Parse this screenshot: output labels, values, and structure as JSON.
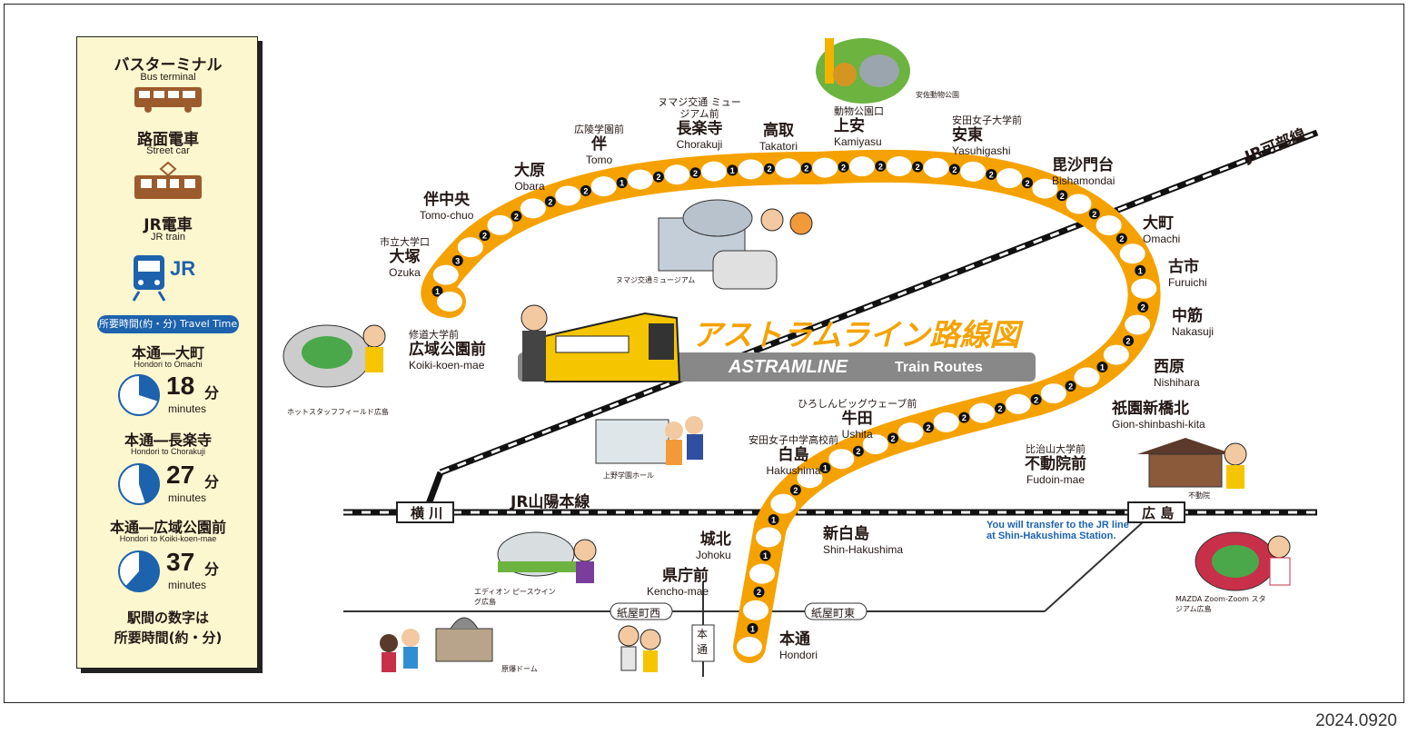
{
  "legend": {
    "bus_ja": "バスターミナル",
    "bus_en": "Bus terminal",
    "tram_ja": "路面電車",
    "tram_en": "Street car",
    "jr_ja": "JR電車",
    "jr_en": "JR train",
    "travel_badge": "所要時間(約・分) Travel Time",
    "routes": [
      {
        "ja": "本通―大町",
        "en": "Hondori to Omachi",
        "minutes": 18,
        "unit": "分",
        "unit_en": "minutes"
      },
      {
        "ja": "本通―長楽寺",
        "en": "Hondori to Chorakuji",
        "minutes": 27,
        "unit": "分",
        "unit_en": "minutes"
      },
      {
        "ja": "本通―広域公園前",
        "en": "Hondori to Koiki-koen-mae",
        "minutes": 37,
        "unit": "分",
        "unit_en": "minutes"
      }
    ],
    "note_line1": "駅間の数字は",
    "note_line2": "所要時間(約・分)"
  },
  "title": {
    "ja": "アストラムライン路線図",
    "en_bold": "ASTRAMLINE",
    "en_rest": "Train Routes"
  },
  "stations": [
    {
      "id": "hondori",
      "pre": "",
      "ja": "本通",
      "en": "Hondori"
    },
    {
      "id": "kencho",
      "pre": "",
      "ja": "県庁前",
      "en": "Kencho-mae"
    },
    {
      "id": "johoku",
      "pre": "",
      "ja": "城北",
      "en": "Johoku"
    },
    {
      "id": "shinhaku",
      "pre": "",
      "ja": "新白島",
      "en": "Shin-Hakushima"
    },
    {
      "id": "hakushima",
      "pre": "安田女子中学高校前",
      "ja": "白島",
      "en": "Hakushima"
    },
    {
      "id": "ushita",
      "pre": "ひろしんビッグウェーブ前",
      "ja": "牛田",
      "en": "Ushita"
    },
    {
      "id": "fudoin",
      "pre": "比治山大学前",
      "ja": "不動院前",
      "en": "Fudoin-mae"
    },
    {
      "id": "gion",
      "pre": "",
      "ja": "祇園新橋北",
      "en": "Gion-shinbashi-kita"
    },
    {
      "id": "nishihara",
      "pre": "",
      "ja": "西原",
      "en": "Nishihara"
    },
    {
      "id": "nakasuji",
      "pre": "",
      "ja": "中筋",
      "en": "Nakasuji"
    },
    {
      "id": "furuichi",
      "pre": "",
      "ja": "古市",
      "en": "Furuichi"
    },
    {
      "id": "omachi",
      "pre": "",
      "ja": "大町",
      "en": "Omachi"
    },
    {
      "id": "bisha",
      "pre": "",
      "ja": "毘沙門台",
      "en": "Bishamondai"
    },
    {
      "id": "yasu",
      "pre": "安田女子大学前",
      "ja": "安東",
      "en": "Yasuhigashi"
    },
    {
      "id": "kamiyasu",
      "pre": "動物公園口",
      "ja": "上安",
      "en": "Kamiyasu"
    },
    {
      "id": "takatori",
      "pre": "",
      "ja": "高取",
      "en": "Takatori"
    },
    {
      "id": "chorakuji",
      "pre": "ヌマジ交通 ミュージアム前",
      "ja": "長楽寺",
      "en": "Chorakuji"
    },
    {
      "id": "tomo",
      "pre": "広陵学園前",
      "ja": "伴",
      "en": "Tomo"
    },
    {
      "id": "obara",
      "pre": "",
      "ja": "大原",
      "en": "Obara"
    },
    {
      "id": "tomochuo",
      "pre": "",
      "ja": "伴中央",
      "en": "Tomo-chuo"
    },
    {
      "id": "ozuka",
      "pre": "市立大学口",
      "ja": "大塚",
      "en": "Ozuka"
    },
    {
      "id": "koiki",
      "pre": "修道大学前",
      "ja": "広域公園前",
      "en": "Koiki-koen-mae"
    }
  ],
  "segment_minutes": [
    1,
    2,
    1,
    1,
    2,
    1,
    2,
    2,
    2,
    2,
    2,
    2,
    2,
    1,
    2,
    2,
    1,
    2,
    2,
    2,
    2,
    2,
    2,
    2,
    2,
    2,
    2,
    2,
    1,
    2,
    2,
    1,
    2,
    2,
    2,
    2,
    3,
    1
  ],
  "rail": {
    "kabe": "JR可部線",
    "sanyo": "JR山陽本線",
    "yokogawa": "横 川",
    "hiroshima": "広 島",
    "kamiyacho_w": "紙屋町西",
    "kamiyacho_e": "紙屋町東",
    "hondori_v": "本通"
  },
  "transfer_note": "You will transfer to the JR line at Shin-Hakushima Station.",
  "landmarks": {
    "zoo": "安佐動物公園",
    "museum": "ヌマジ交通ミュージアム",
    "stadium": "ホットスタッフフィールド広島",
    "hall": "上野学園ホール",
    "wing": "エディオン ピースウイング広島",
    "dome": "原爆ドーム",
    "temple": "不動院",
    "mazda": "MAZDA Zoom-Zoom スタジアム広島"
  },
  "colors": {
    "line": "#f5a200",
    "jr_blue": "#1c62ad",
    "bus_brown": "#9c5b2c",
    "legend_bg": "#fdf7cf"
  },
  "date": "2024.0920"
}
